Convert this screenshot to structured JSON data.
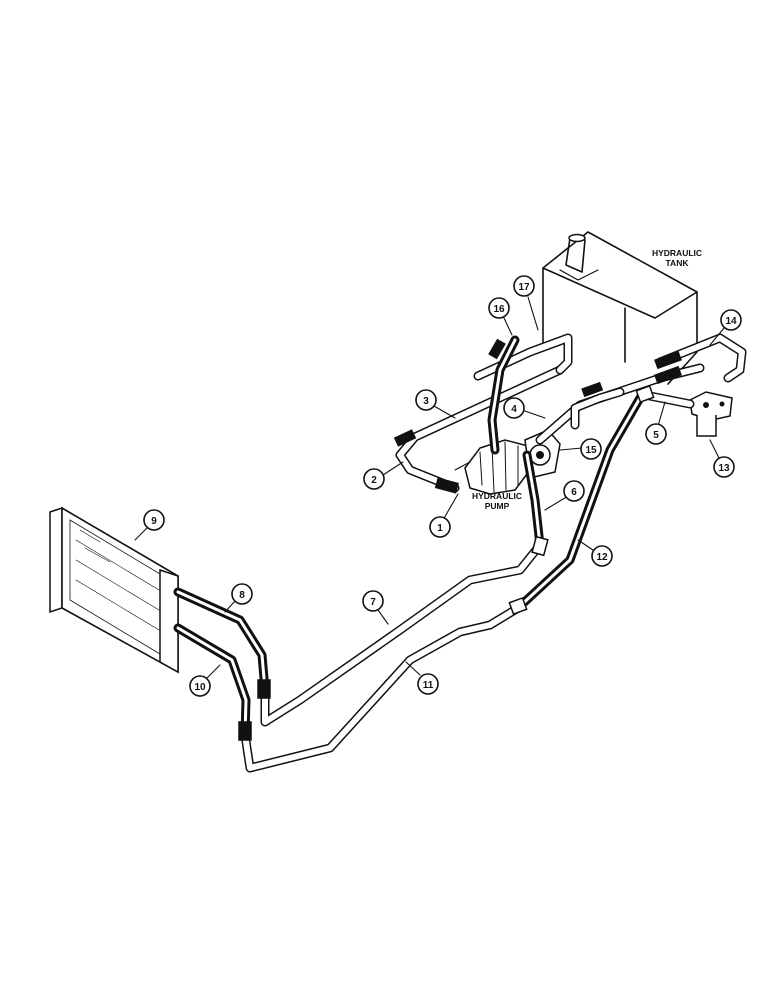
{
  "labels": {
    "tank": [
      "HYDRAULIC",
      "TANK"
    ],
    "pump": [
      "HYDRAULIC",
      "PUMP"
    ]
  },
  "callouts": [
    "1",
    "2",
    "3",
    "4",
    "5",
    "6",
    "7",
    "8",
    "9",
    "10",
    "11",
    "12",
    "13",
    "14",
    "15",
    "16",
    "17"
  ]
}
